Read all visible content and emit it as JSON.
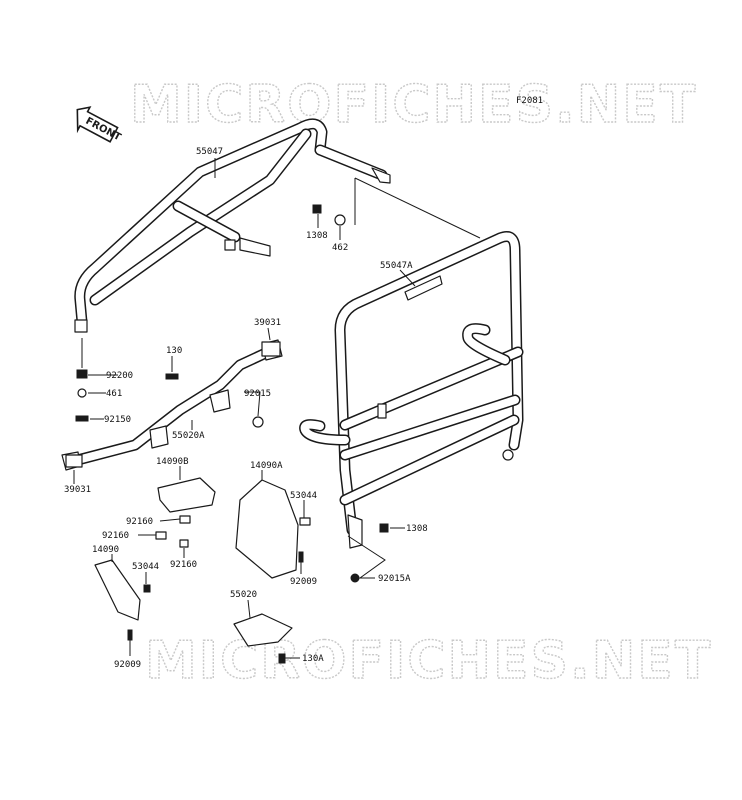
{
  "watermark": "MICROFICHES.NET",
  "figure_code": "F2081",
  "front_label": "FRONT",
  "parts": {
    "p55047": "55047",
    "p1308_top": "1308",
    "p462": "462",
    "p55047A": "55047A",
    "p39031_top": "39031",
    "p130": "130",
    "p92200": "92200",
    "p461": "461",
    "p92015": "92015",
    "p92150": "92150",
    "p55020A": "55020A",
    "p39031_left": "39031",
    "p14090B": "14090B",
    "p14090A": "14090A",
    "p53044_mid": "53044",
    "p1308_right": "1308",
    "p92160_a": "92160",
    "p92160_b": "92160",
    "p92160_c": "92160",
    "p14090": "14090",
    "p53044_left": "53044",
    "p92009_mid": "92009",
    "p92015A": "92015A",
    "p55020": "55020",
    "p130A": "130A",
    "p92009_left": "92009"
  }
}
